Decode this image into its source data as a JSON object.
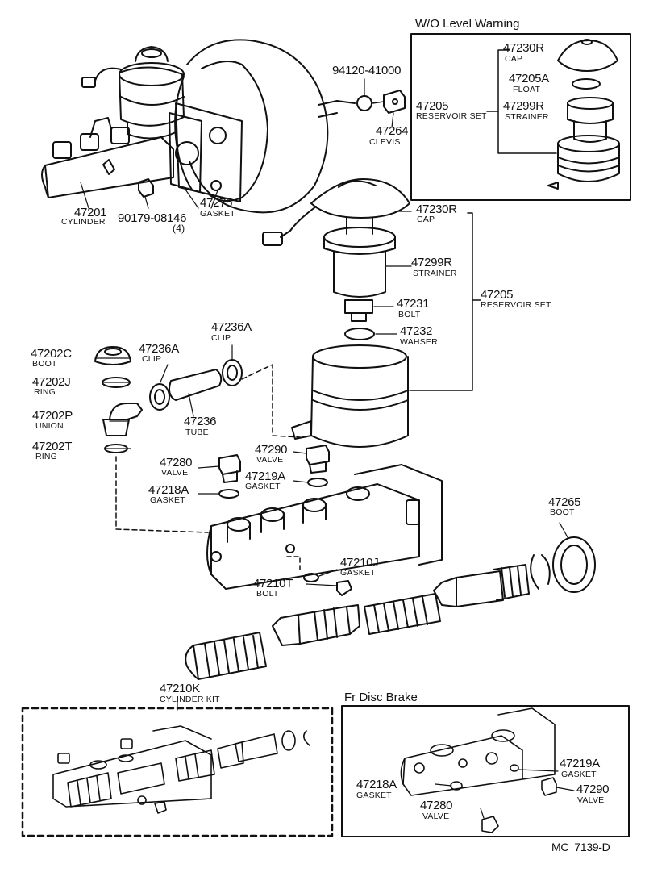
{
  "inset_wo_level_warning": {
    "title": "W/O Level Warning",
    "cap": {
      "part": "47230R",
      "name": "CAP"
    },
    "float": {
      "part": "47205A",
      "name": "FLOAT"
    },
    "reservoir_set": {
      "part": "47205",
      "name": "RESERVOIR SET"
    },
    "strainer": {
      "part": "47299R",
      "name": "STRAINER"
    }
  },
  "booster_area": {
    "bolt_n": {
      "part": "94120-41000"
    },
    "clevis": {
      "part": "47264",
      "name": "CLEVIS"
    },
    "cylinder": {
      "part": "47201",
      "name": "CYLINDER"
    },
    "nut": {
      "part": "90179-08146",
      "qty": "(4)"
    },
    "gasket": {
      "part": "47275",
      "name": "GASKET"
    }
  },
  "reservoir_group": {
    "cap": {
      "part": "47230R",
      "name": "CAP"
    },
    "strainer": {
      "part": "47299R",
      "name": "STRAINER"
    },
    "reservoir_set": {
      "part": "47205",
      "name": "RESERVOIR SET"
    },
    "bolt": {
      "part": "47231",
      "name": "BOLT"
    },
    "washer": {
      "part": "47232",
      "name": "WAHSER"
    }
  },
  "union_group": {
    "boot": {
      "part": "47202C",
      "name": "BOOT"
    },
    "ring_j": {
      "part": "47202J",
      "name": "RING"
    },
    "union": {
      "part": "47202P",
      "name": "UNION"
    },
    "ring_t": {
      "part": "47202T",
      "name": "RING"
    },
    "clip_left": {
      "part": "47236A",
      "name": "CLIP"
    },
    "clip_right": {
      "part": "47236A",
      "name": "CLIP"
    },
    "tube": {
      "part": "47236",
      "name": "TUBE"
    }
  },
  "body_group": {
    "valve_left": {
      "part": "47280",
      "name": "VALVE"
    },
    "gasket_left": {
      "part": "47218A",
      "name": "GASKET"
    },
    "valve_right": {
      "part": "47290",
      "name": "VALVE"
    },
    "gasket_right": {
      "part": "47219A",
      "name": "GASKET"
    },
    "boot": {
      "part": "47265",
      "name": "BOOT"
    },
    "gasket_j": {
      "part": "47210J",
      "name": "GASKET"
    },
    "bolt_t": {
      "part": "47210T",
      "name": "BOLT"
    }
  },
  "kit_inset": {
    "title_part": "47210K",
    "title_name": "CYLINDER KIT"
  },
  "disc_inset": {
    "title": "Fr Disc Brake",
    "gasket_219a": {
      "part": "47219A",
      "name": "GASKET"
    },
    "gasket_218a": {
      "part": "47218A",
      "name": "GASKET"
    },
    "valve_290": {
      "part": "47290",
      "name": "VALVE"
    },
    "valve_280": {
      "part": "47280",
      "name": "VALVE"
    }
  },
  "diagram_code": "MC  7139-D"
}
